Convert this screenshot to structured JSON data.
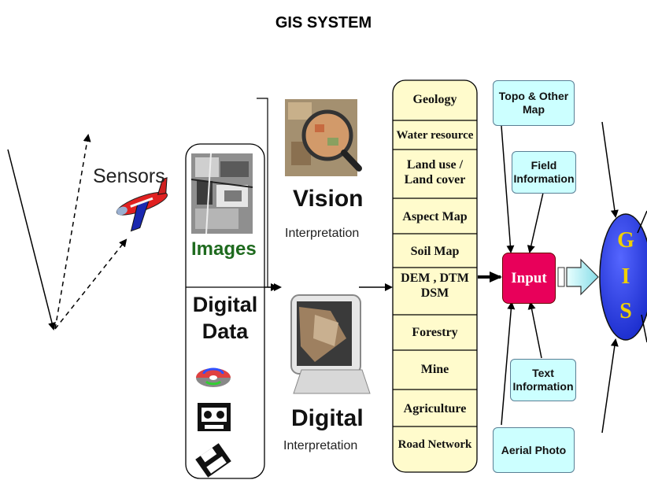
{
  "title": "GIS SYSTEM",
  "sensors_label": "Sensors",
  "images_label": "Images",
  "digital_data_label": [
    "Digital",
    "Data"
  ],
  "vision_label": "Vision",
  "vision_sub": "Interpretation",
  "digital_label": "Digital",
  "digital_sub": "Interpretation",
  "categories": [
    "Geology",
    "Water resource",
    "Land use /\nLand cover",
    "Aspect Map",
    "Soil Map",
    "DEM , DTM\nDSM",
    "Forestry",
    "Mine",
    "Agriculture",
    "Road Network"
  ],
  "sources": {
    "topo": "Topo & Other Map",
    "field": "Field Information",
    "text": "Text Information",
    "aerial": "Aerial Photo"
  },
  "input_label": "Input",
  "gis_letters": [
    "G",
    "I",
    "S"
  ],
  "colors": {
    "category_fill": "#fffbcc",
    "source_fill": "#ccffff",
    "input_fill": "#e8005a",
    "gis_fill": "#2f44e6",
    "gis_text": "#f0d000",
    "images_text": "#1e6a1e"
  }
}
